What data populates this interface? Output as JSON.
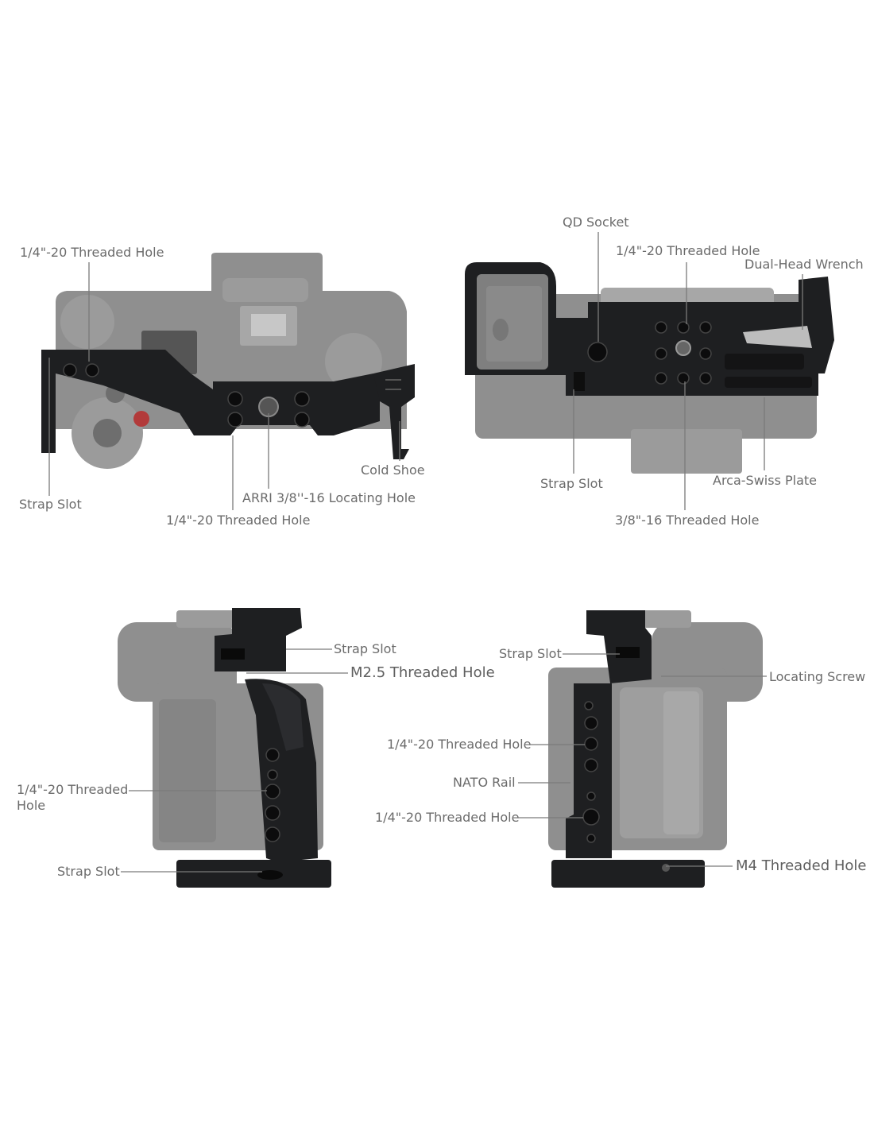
{
  "views": {
    "top": {
      "labels": {
        "threaded_hole_top": "1/4\"-20 Threaded Hole",
        "strap_slot": "Strap Slot",
        "cold_shoe": "Cold Shoe",
        "arri_hole": "ARRI 3/8''-16 Locating Hole",
        "threaded_hole_bottom": "1/4\"-20 Threaded Hole"
      }
    },
    "bottom": {
      "labels": {
        "qd_socket": "QD Socket",
        "threaded_hole": "1/4\"-20 Threaded Hole",
        "dual_head_wrench": "Dual-Head Wrench",
        "strap_slot": "Strap Slot",
        "arca_swiss_plate": "Arca-Swiss Plate",
        "threaded_hole_38": "3/8\"-16 Threaded Hole"
      }
    },
    "left_side": {
      "labels": {
        "strap_slot_top": "Strap Slot",
        "m25_threaded_hole": "M2.5 Threaded Hole",
        "threaded_hole": "1/4\"-20 Threaded Hole",
        "strap_slot_bottom": "Strap Slot"
      }
    },
    "right_side": {
      "labels": {
        "strap_slot": "Strap Slot",
        "locating_screw": "Locating Screw",
        "threaded_hole_top": "1/4\"-20 Threaded Hole",
        "nato_rail": "NATO Rail",
        "threaded_hole_bottom": "1/4\"-20 Threaded Hole",
        "m4_threaded_hole": "M4 Threaded Hole"
      }
    }
  },
  "colors": {
    "camera_body": "#8f8f8f",
    "cage": "#1e1f21",
    "label_text": "#6b6b6b",
    "background": "#ffffff"
  }
}
